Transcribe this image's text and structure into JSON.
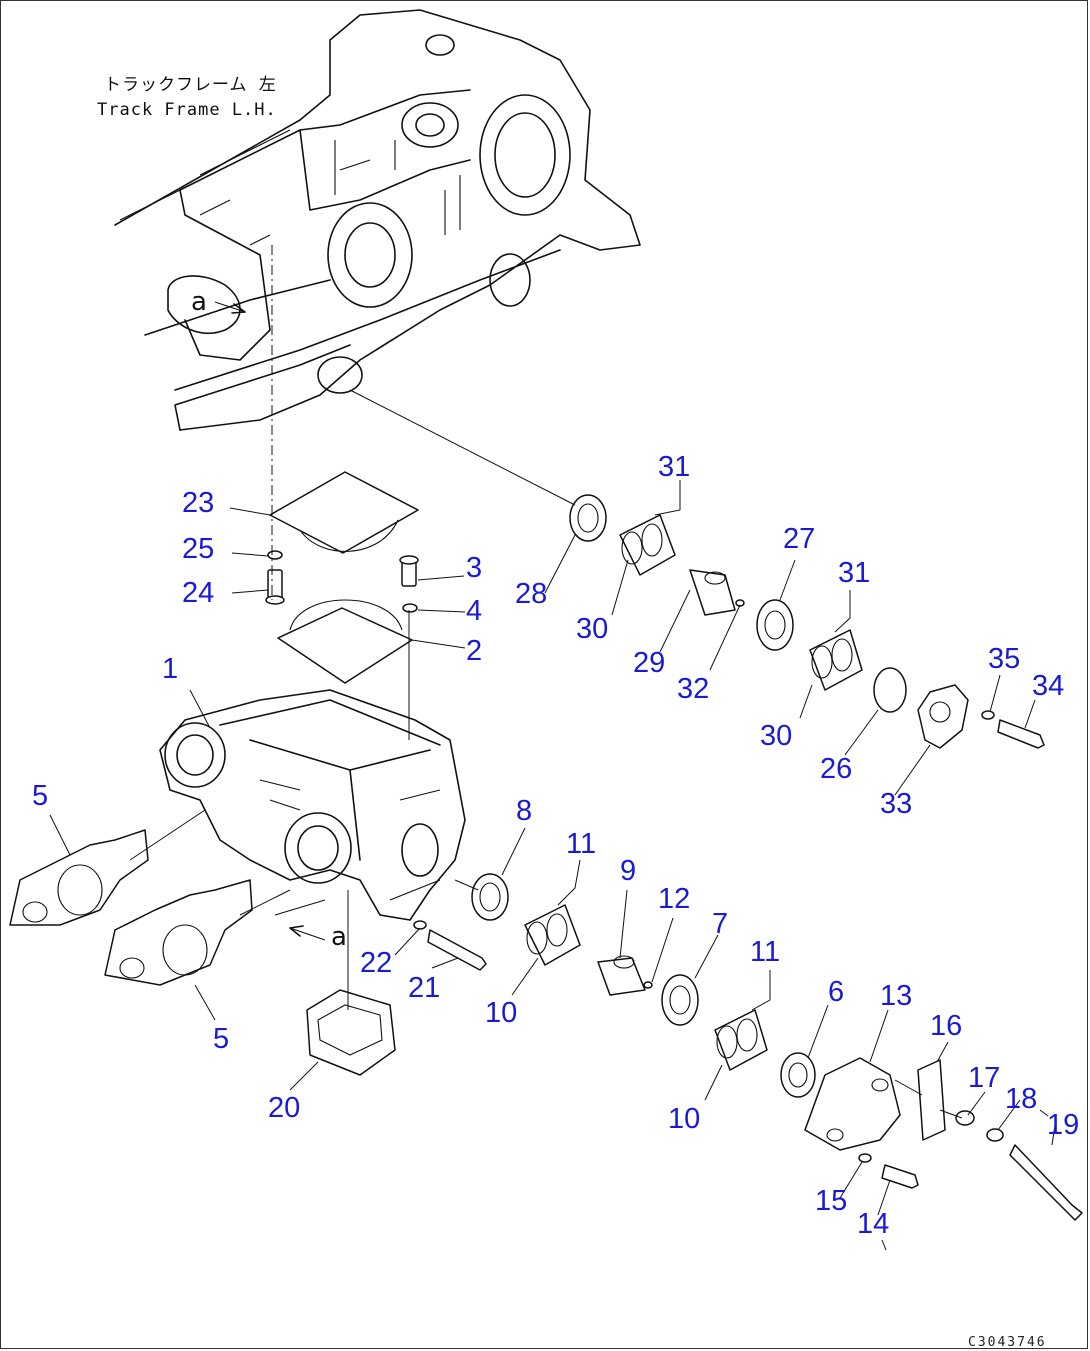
{
  "caption": {
    "japanese": "トラックフレーム 左",
    "english": "Track Frame L.H."
  },
  "view_markers": [
    "a",
    "a"
  ],
  "drawing_code": "C3043746",
  "callouts": [
    "1",
    "2",
    "3",
    "4",
    "5",
    "5",
    "6",
    "7",
    "8",
    "9",
    "10",
    "10",
    "11",
    "11",
    "12",
    "13",
    "14",
    "15",
    "16",
    "17",
    "18",
    "19",
    "20",
    "21",
    "22",
    "23",
    "24",
    "25",
    "26",
    "27",
    "28",
    "29",
    "30",
    "30",
    "31",
    "31",
    "32",
    "33",
    "34",
    "35"
  ],
  "colors": {
    "callout": "#1a1ad6",
    "line": "#111111",
    "background": "#ffffff"
  }
}
